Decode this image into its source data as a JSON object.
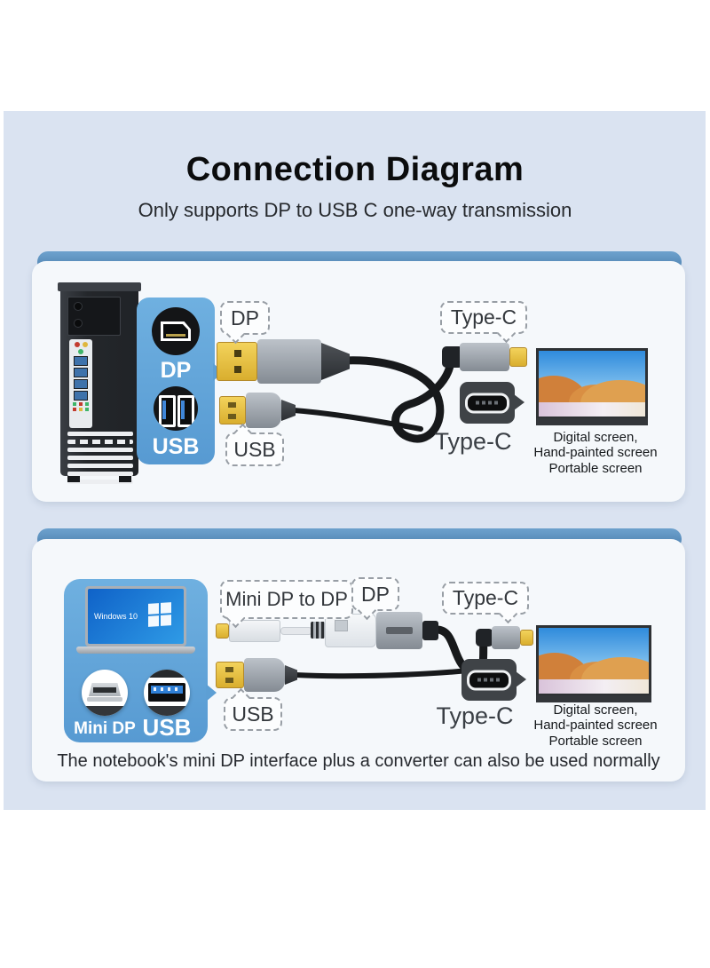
{
  "header": {
    "title": "Connection Diagram",
    "subtitle": "Only supports DP to USB C one-way transmission"
  },
  "colors": {
    "backdrop_blue": "#dae3f1",
    "panel_white": "#f5f8fb",
    "band_blue": "#5b91bf",
    "callout_blue": "#64a4d8",
    "connector_yellow": "#eac845",
    "metal_gray": "#9aa1a9",
    "cable_black": "#1a1c1e"
  },
  "top_section": {
    "pc_ports": {
      "dp": "DP",
      "usb": "USB"
    },
    "labels": {
      "dp_plug": "DP",
      "usb_plug": "USB",
      "type_c_plug": "Type-C",
      "type_c_port": "Type-C"
    },
    "monitor_caption": {
      "line1": "Digital screen,",
      "line2": "Hand-painted screen",
      "line3": "Portable screen"
    }
  },
  "bottom_section": {
    "laptop": {
      "os": "Windows 10"
    },
    "pc_ports": {
      "mini_dp": "Mini DP",
      "usb": "USB"
    },
    "labels": {
      "adapter": "Mini DP to DP",
      "dp_plug": "DP",
      "usb_plug": "USB",
      "type_c_plug": "Type-C",
      "type_c_port": "Type-C"
    },
    "monitor_caption": {
      "line1": "Digital screen,",
      "line2": "Hand-painted screen",
      "line3": "Portable screen"
    },
    "footnote": "The notebook's mini DP interface plus a converter can also be used normally"
  }
}
